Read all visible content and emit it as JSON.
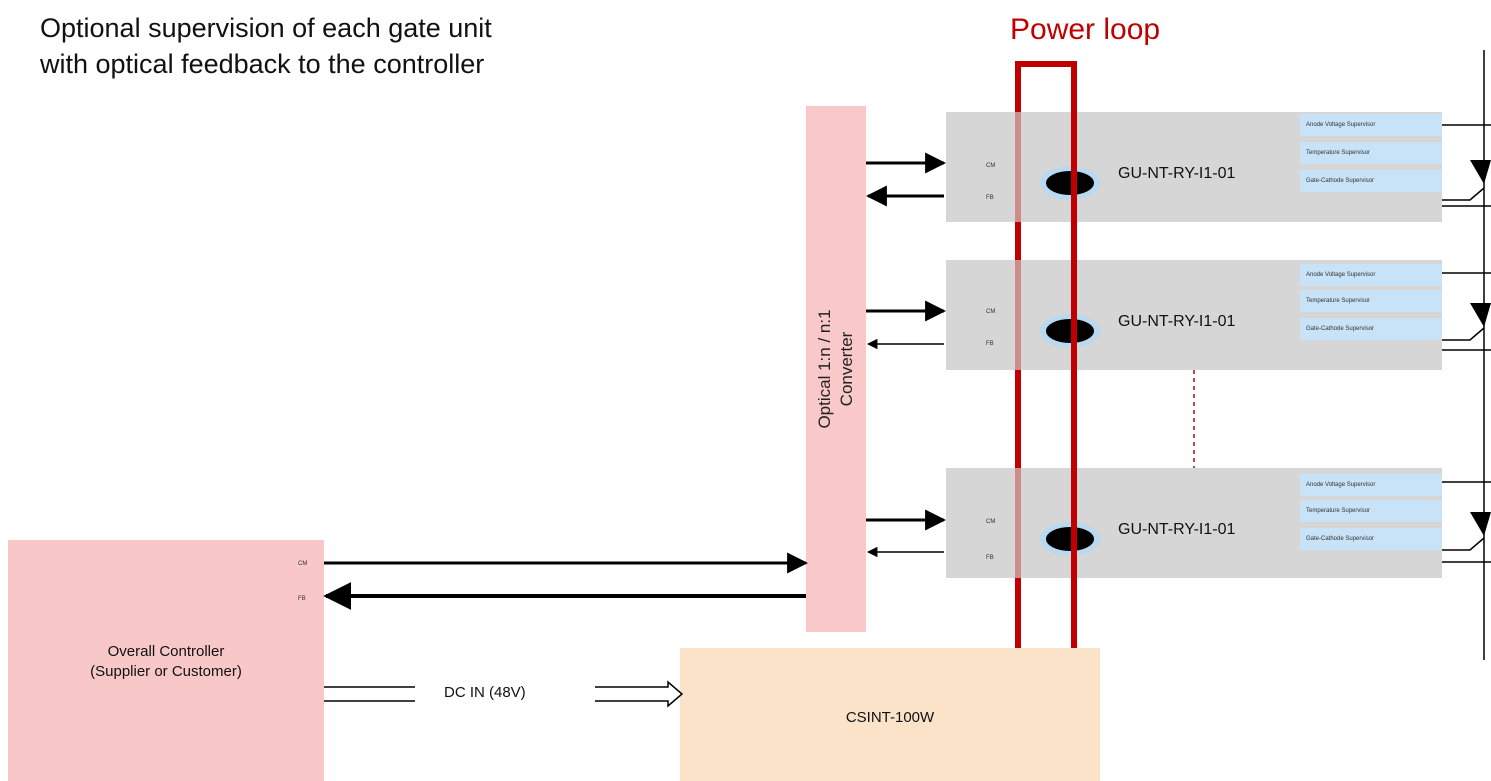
{
  "caption": {
    "line1": "Optional supervision of each gate unit",
    "line2": "with optical feedback to the controller"
  },
  "power_loop_label": "Power loop",
  "controller": {
    "label_line1": "Overall Controller",
    "label_line2": "(Supplier or Customer)",
    "port_cm": "CM",
    "port_fb": "FB"
  },
  "converter": {
    "label_line1": "Optical 1:n / n:1",
    "label_line2": "Converter"
  },
  "dc_in_label": "DC IN (48V)",
  "power_supply_label": "CSINT-100W",
  "gate_units": [
    {
      "name": "GU-NT-RY-I1-01",
      "port_cm": "CM",
      "port_fb": "FB",
      "supervisors": [
        "Anode Voltage Supervisor",
        "Temperature Supervisor",
        "Gate-Cathode Supervisor"
      ]
    },
    {
      "name": "GU-NT-RY-I1-01",
      "port_cm": "CM",
      "port_fb": "FB",
      "supervisors": [
        "Anode Voltage Supervisor",
        "Temperature Supervisor",
        "Gate-Cathode Supervisor"
      ]
    },
    {
      "name": "GU-NT-RY-I1-01",
      "port_cm": "CM",
      "port_fb": "FB",
      "supervisors": [
        "Anode Voltage Supervisor",
        "Temperature Supervisor",
        "Gate-Cathode Supervisor"
      ]
    }
  ],
  "colors": {
    "power_loop": "#c00000",
    "gate_unit_fill": "#d6d6d6",
    "supervisor_fill": "#c8e2f7",
    "controller_fill": "#f8c8c8",
    "power_supply_fill": "#fbe3c9"
  }
}
